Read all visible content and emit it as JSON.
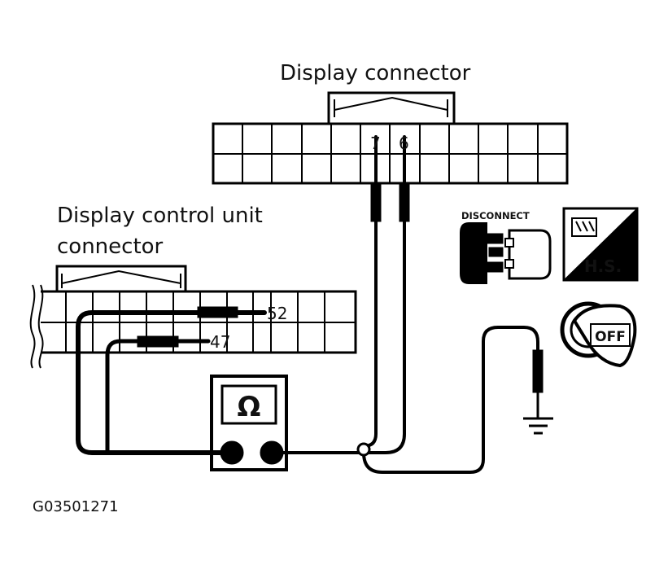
{
  "labels": {
    "display_connector": "Display connector",
    "control_unit_line1": "Display control unit",
    "control_unit_line2": "connector",
    "figure_code": "G03501271"
  },
  "display_connector": {
    "pins": [
      "7",
      "6"
    ]
  },
  "control_unit_connector": {
    "pins": [
      "52",
      "47"
    ]
  },
  "meter": {
    "symbol": "Ω"
  },
  "icons": {
    "disconnect": {
      "label": "DISCONNECT"
    },
    "harness_side": {
      "label": "H.S."
    },
    "ignition_switch": {
      "label": "OFF"
    }
  }
}
